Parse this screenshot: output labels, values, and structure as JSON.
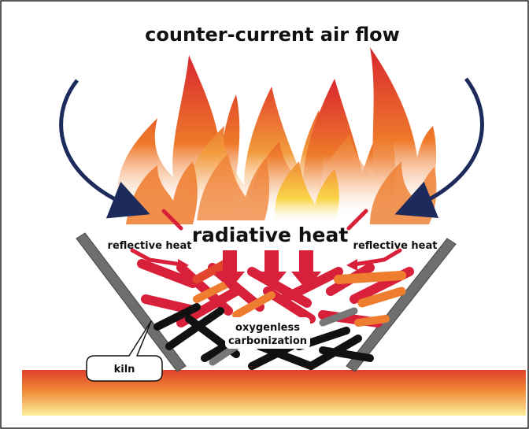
{
  "diagram": {
    "title": "counter-current air flow",
    "main_label": "radiative heat",
    "left_label": "reflective heat",
    "right_label": "reflective heat",
    "center_label_line1": "oxygenless",
    "center_label_line2": "carbonization",
    "kiln_label": "kiln"
  },
  "colors": {
    "airflow_arrow": "#1c2a5c",
    "heat_arrow": "#d8203a",
    "kiln_wall": "#6b6b6b",
    "ground_top": "#e2502a",
    "ground_bottom": "#fbe79a",
    "flame_red": "#d9262f",
    "flame_orange": "#ee7a2a",
    "flame_yellow": "#fad64a"
  }
}
